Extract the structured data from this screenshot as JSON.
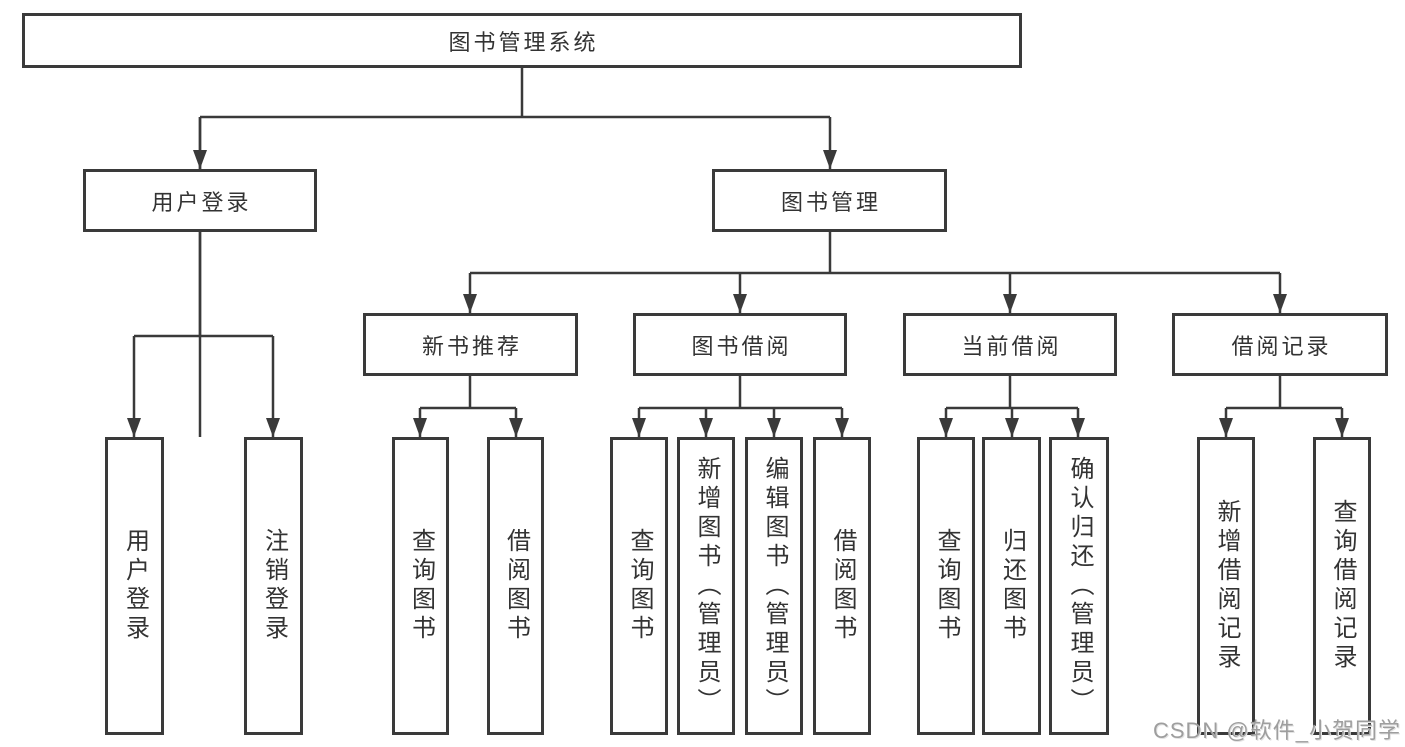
{
  "diagram": {
    "title": "图书管理系统",
    "nodes": {
      "root": {
        "label": "图书管理系统"
      },
      "level2": [
        {
          "label": "用户登录"
        },
        {
          "label": "图书管理"
        }
      ],
      "level3": [
        {
          "label": "新书推荐"
        },
        {
          "label": "图书借阅"
        },
        {
          "label": "当前借阅"
        },
        {
          "label": "借阅记录"
        }
      ],
      "leaves": [
        {
          "label": "用户登录"
        },
        {
          "label": "注销登录"
        },
        {
          "label": "查询图书"
        },
        {
          "label": "借阅图书"
        },
        {
          "label": "查询图书"
        },
        {
          "label": "新增图书（管理员）"
        },
        {
          "label": "编辑图书（管理员）"
        },
        {
          "label": "借阅图书"
        },
        {
          "label": "查询图书"
        },
        {
          "label": "归还图书"
        },
        {
          "label": "确认归还（管理员）"
        },
        {
          "label": "新增借阅记录"
        },
        {
          "label": "查询借阅记录"
        }
      ]
    },
    "colors": {
      "line": "#3a3a3a",
      "text": "#333333",
      "watermark": "#9e9e9e",
      "background": "#ffffff"
    }
  },
  "watermark": {
    "text": "CSDN @软件_小贺同学"
  }
}
